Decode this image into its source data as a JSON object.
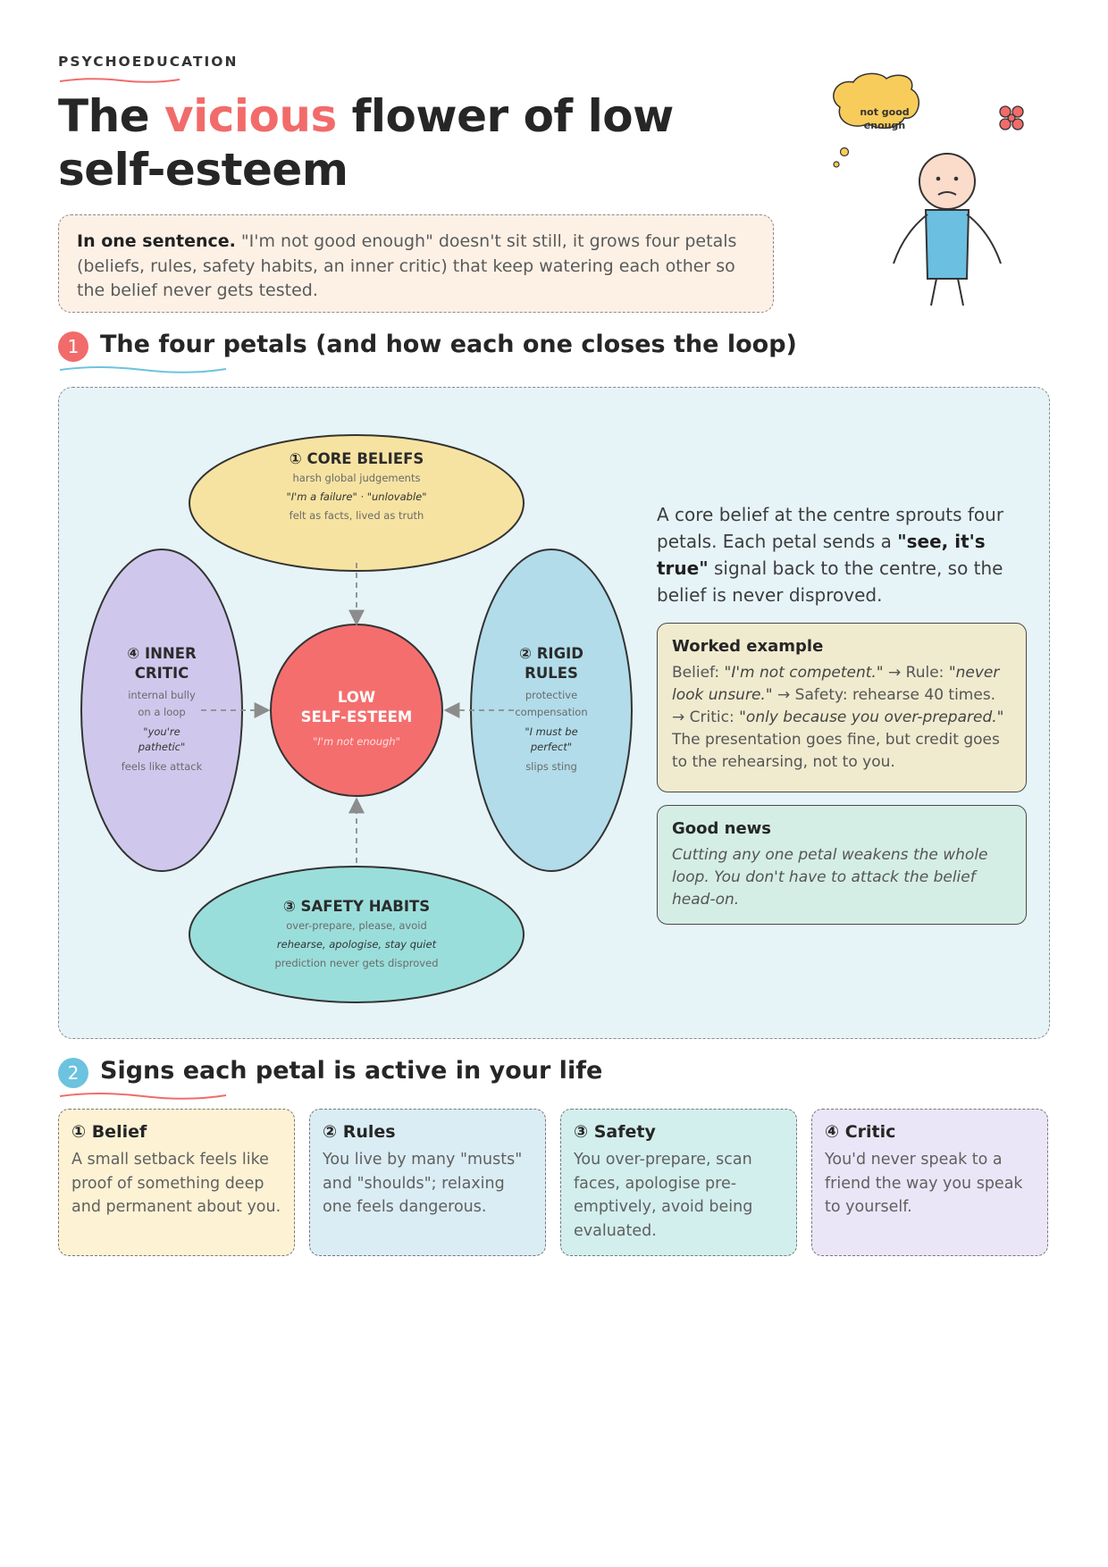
{
  "header": {
    "eyebrow": "PSYCHOEDUCATION",
    "title_part1": "The ",
    "title_highlight": "vicious",
    "title_part2": " flower of low self-esteem"
  },
  "illustration": {
    "thought_bubble": "not good enough"
  },
  "summary": {
    "lead": "In one sentence.",
    "text": " \"I'm not good enough\" doesn't sit still, it grows four petals (beliefs, rules, safety habits, an inner critic) that keep watering each other so the belief never gets tested."
  },
  "section1": {
    "number": "1",
    "title": "The four petals (and how each one closes the loop)"
  },
  "diagram": {
    "center": {
      "title_line1": "LOW",
      "title_line2": "SELF-ESTEEM",
      "subtitle": "\"I'm not enough\""
    },
    "core_beliefs": {
      "title": "① CORE BELIEFS",
      "line1": "harsh global judgements",
      "line2": "\"I'm a failure\" · \"unlovable\"",
      "line3": "felt as facts, lived as truth"
    },
    "rigid_rules": {
      "title_line1": "② RIGID",
      "title_line2": "RULES",
      "line1": "protective",
      "line2": "compensation",
      "line3": "\"I must be",
      "line4": "perfect\"",
      "line5": "slips sting"
    },
    "safety_habits": {
      "title": "③ SAFETY HABITS",
      "line1": "over-prepare, please, avoid",
      "line2": "rehearse, apologise, stay quiet",
      "line3": "prediction never gets disproved"
    },
    "inner_critic": {
      "title_line1": "④ INNER",
      "title_line2": "CRITIC",
      "line1": "internal bully",
      "line2": "on a loop",
      "line3": "\"you're",
      "line4": "pathetic\"",
      "line5": "feels like attack"
    }
  },
  "explanation": {
    "part1": "A core belief at the centre sprouts four petals. Each petal sends a ",
    "bold": "\"see, it's true\"",
    "part2": " signal back to the centre, so the belief is never disproved."
  },
  "worked_example": {
    "title": "Worked example",
    "l1": "Belief: ",
    "q1": "\"I'm not competent.\"",
    "l2": " → Rule: ",
    "q2": "\"never look unsure.\"",
    "l3": " → Safety: rehearse 40 times. → Critic: ",
    "q3": "\"only because you over-prepared.\"",
    "l4": " The presentation goes fine, but credit goes to the rehearsing, not to you."
  },
  "good_news": {
    "title": "Good news",
    "body": "Cutting any one petal weakens the whole loop. You don't have to attack the belief head-on."
  },
  "section2": {
    "number": "2",
    "title": "Signs each petal is active in your life"
  },
  "signs": [
    {
      "title": "① Belief",
      "body": "A small setback feels like proof of something deep and permanent about you."
    },
    {
      "title": "② Rules",
      "body": "You live by many \"musts\" and \"shoulds\"; relaxing one feels dangerous."
    },
    {
      "title": "③ Safety",
      "body": "You over-prepare, scan faces, apologise pre-emptively, avoid being evaluated."
    },
    {
      "title": "④ Critic",
      "body": "You'd never speak to a friend the way you speak to yourself."
    }
  ],
  "colors": {
    "accent_red": "#f26b6b",
    "accent_blue": "#6cc3df",
    "core_beliefs": "#f7e3a1",
    "rigid_rules": "#b2dcea",
    "safety_habits": "#9adedb",
    "inner_critic": "#cfc8ec",
    "center": "#f56e6e",
    "worked_example_bg": "#f0ebcf",
    "good_news_bg": "#d5eee5"
  }
}
